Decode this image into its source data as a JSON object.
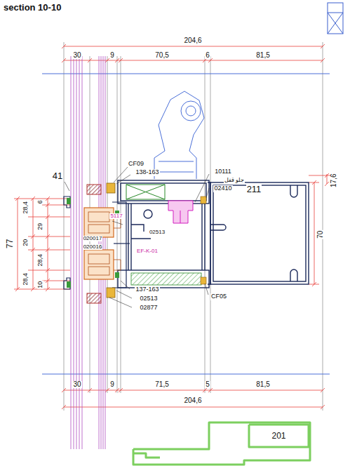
{
  "diagram": {
    "title": "section 10-10",
    "nodes": [
      {
        "text": [
          "201"
        ]
      }
    ],
    "labels": [
      "204,6",
      "30",
      "9",
      "70,5",
      "6",
      "81,5",
      "CF09",
      "138-163",
      "10111",
      "جلو قفل",
      "02410",
      "211",
      "17,6",
      "41",
      "77",
      "28,4",
      "6",
      "29",
      "20",
      "28,4",
      "28,4",
      "10",
      "5117",
      "02513",
      "020017",
      "020016",
      "EF-K-01",
      "70",
      "137-163",
      "02513",
      "02877",
      "CF05",
      "30",
      "9",
      "71,5",
      "5",
      "81,5",
      "204,6"
    ]
  }
}
